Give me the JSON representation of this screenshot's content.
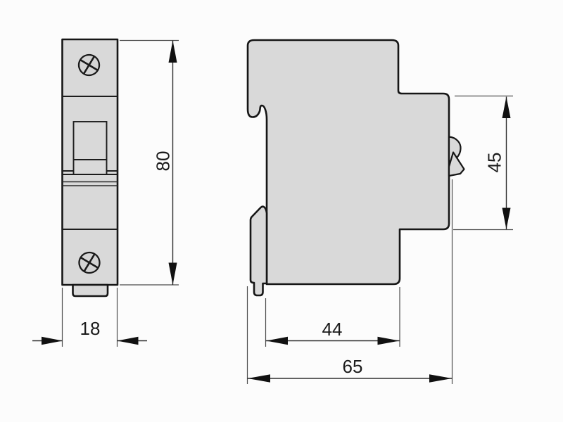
{
  "drawing": {
    "description": "technical-dimension-drawing",
    "front_view": {
      "dim_height": "80",
      "dim_width": "18"
    },
    "side_view": {
      "dim_depth_body": "44",
      "dim_depth_total": "65",
      "dim_height_front_section": "45"
    },
    "colors": {
      "background": "#fcfcfc",
      "body_fill": "#d9d9d9",
      "outline": "#161616",
      "dimension_line": "#2f2f2f",
      "extension_line": "#4d4d4d",
      "arrow_fill": "#111111",
      "label_text": "#1c1c1c"
    },
    "icons": {
      "screw_head": "circle-with-diagonal-cross",
      "toggle_lever": "protruding-switch-lever",
      "din_clip": "rail-mount-slider"
    }
  }
}
